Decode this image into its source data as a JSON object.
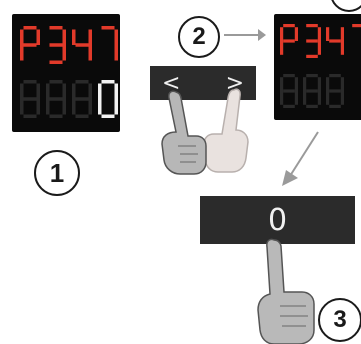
{
  "steps": {
    "step1": "1",
    "step2": "2",
    "step3": "3"
  },
  "panel1": {
    "top_code": "P347",
    "bottom_value": "0"
  },
  "panel2": {
    "top_code": "P347"
  },
  "nav_buttons": {
    "left": "<",
    "right": ">"
  },
  "zero_button": {
    "label": "0"
  },
  "colors": {
    "display_bg": "#0a0a0a",
    "segment_red": "#e23a2a",
    "segment_dim": "#2a2a2a",
    "button_bg": "#2b2b2b",
    "arrow": "#9a9a9a"
  }
}
